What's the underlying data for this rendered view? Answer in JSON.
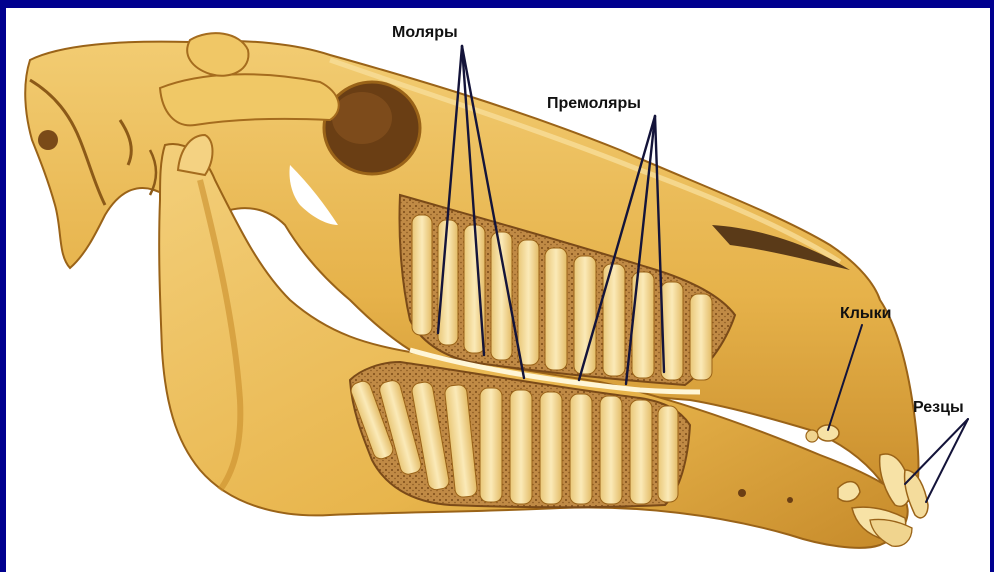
{
  "colors": {
    "frame": "#00008f",
    "bone": "#e6b24a",
    "bone_light": "#f4d282",
    "bone_dark": "#a86a18",
    "tooth": "#f7e2a6",
    "jaw_socket": "#b07838",
    "label": "#111111",
    "pointer": "#14143a"
  },
  "labels": {
    "molars": "Моляры",
    "premolars": "Премоляры",
    "canines": "Клыки",
    "incisors": "Резцы"
  }
}
